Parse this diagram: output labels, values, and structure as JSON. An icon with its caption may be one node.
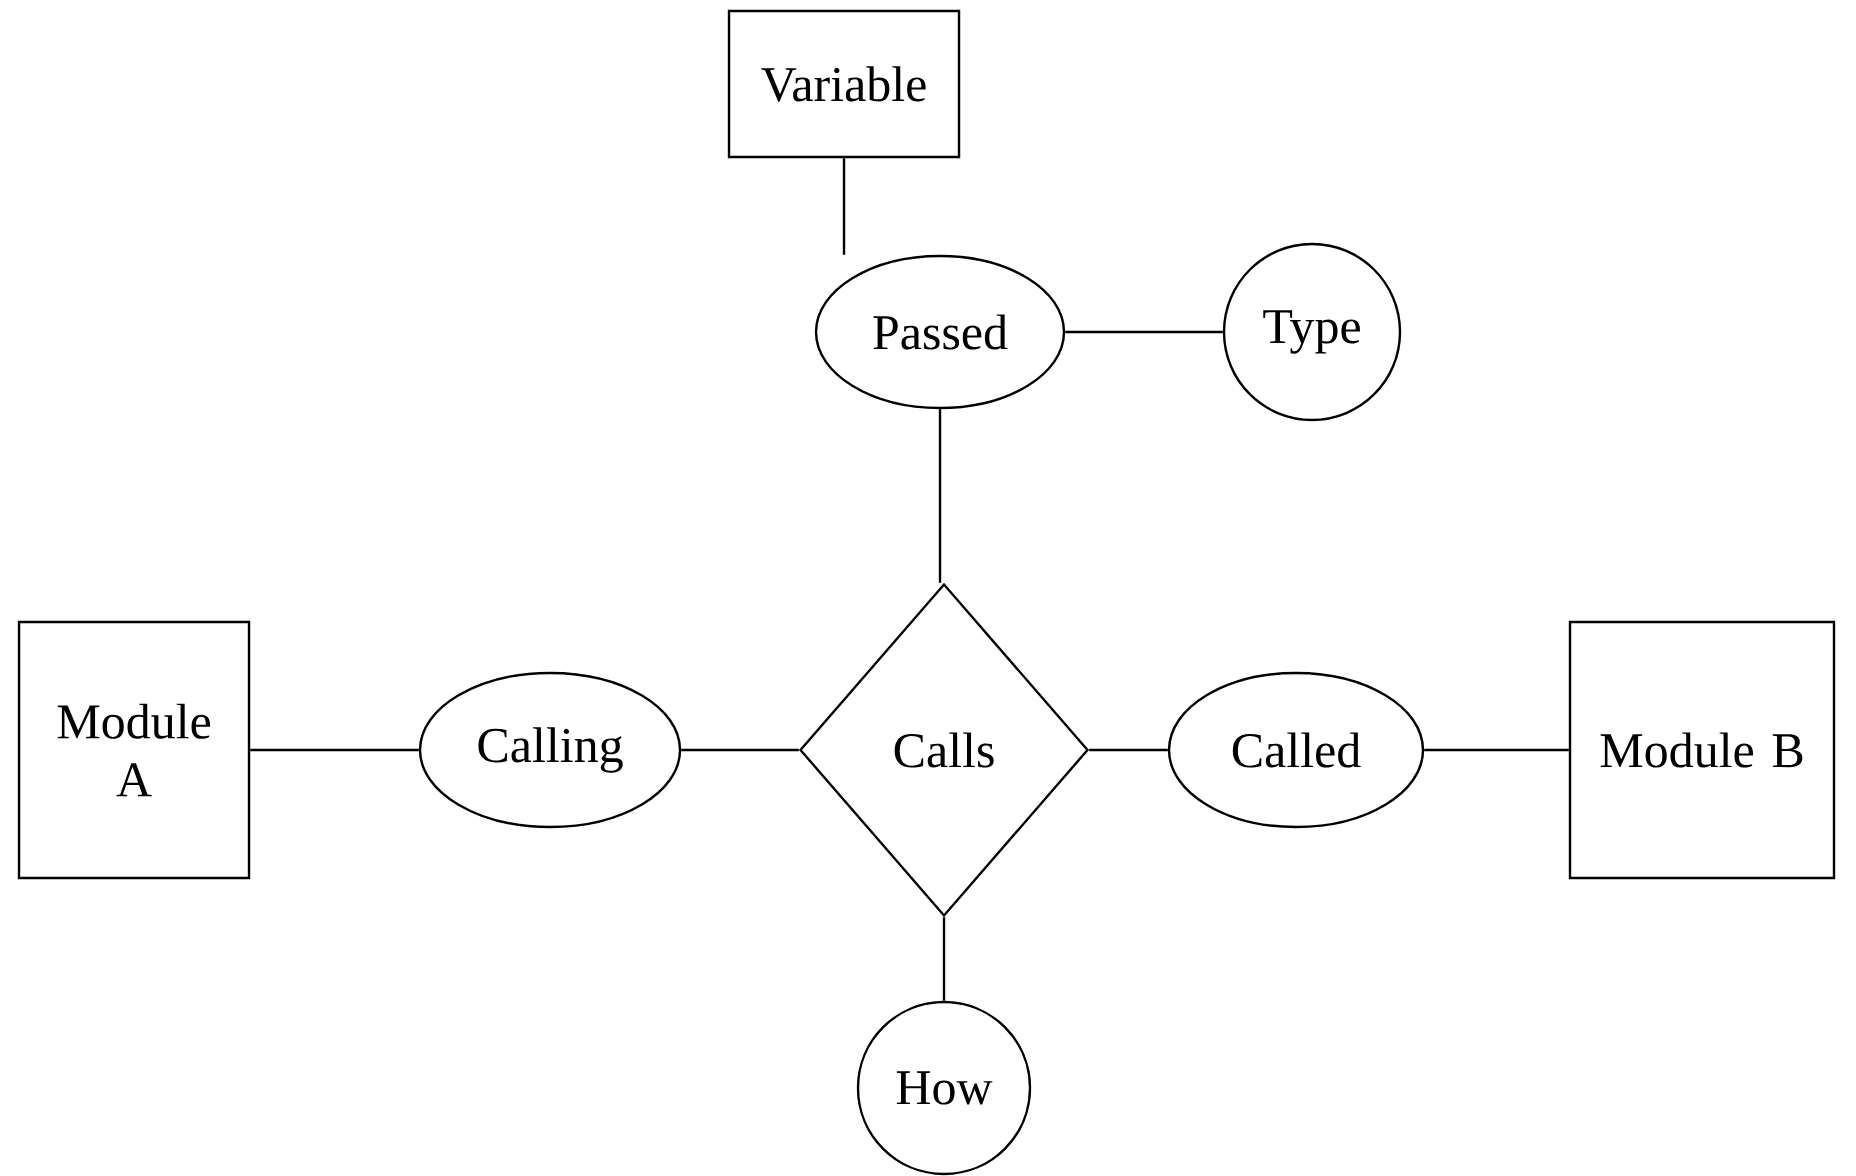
{
  "diagram": {
    "nodes": [
      {
        "text": [
          "Variable"
        ]
      },
      {
        "text": [
          "Passed"
        ]
      },
      {
        "text": [
          "Type"
        ]
      },
      {
        "text": [
          "Module A"
        ]
      },
      {
        "text": [
          "Calling"
        ]
      },
      {
        "text": [
          "Calls"
        ]
      },
      {
        "text": [
          "Called"
        ]
      },
      {
        "text": [
          "Module B"
        ]
      },
      {
        "text": [
          "How"
        ]
      }
    ],
    "edges": [
      {
        "from": 0,
        "to": 1,
        "arrow": "none"
      },
      {
        "from": 1,
        "to": 2,
        "arrow": "none"
      },
      {
        "from": 1,
        "to": 5,
        "arrow": "none"
      },
      {
        "from": 3,
        "to": 4,
        "arrow": "none"
      },
      {
        "from": 4,
        "to": 5,
        "arrow": "none"
      },
      {
        "from": 5,
        "to": 6,
        "arrow": "none"
      },
      {
        "from": 6,
        "to": 7,
        "arrow": "none"
      },
      {
        "from": 5,
        "to": 8,
        "arrow": "none"
      }
    ]
  }
}
